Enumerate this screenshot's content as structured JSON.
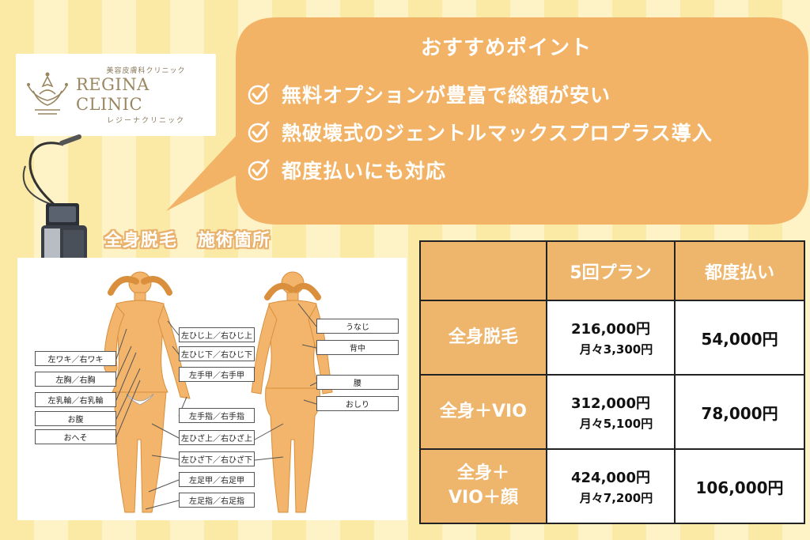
{
  "logo": {
    "jp_top": "美容皮膚科クリニック",
    "name": "REGINA CLINIC",
    "jp_bottom": "レジーナクリニック"
  },
  "bubble": {
    "title": "おすすめポイント",
    "points": [
      "無料オプションが豊富で総額が安い",
      "熱破壊式のジェントルマックスプロプラス導入",
      "都度払いにも対応"
    ]
  },
  "section": {
    "heading_a": "全身脱毛",
    "heading_b": "施術箇所"
  },
  "diagram": {
    "labels_left": [
      "左ワキ／右ワキ",
      "左胸／右胸",
      "左乳輪／右乳輪",
      "お腹",
      "おへそ"
    ],
    "labels_middle": [
      "左ひじ上／右ひじ上",
      "左ひじ下／右ひじ下",
      "左手甲／右手甲",
      "左手指／右手指",
      "左ひざ上／右ひざ上",
      "左ひざ下／右ひざ下",
      "左足甲／右足甲",
      "左足指／右足指"
    ],
    "labels_right": [
      "うなじ",
      "背中",
      "腰",
      "おしり"
    ]
  },
  "table": {
    "headers": [
      "",
      "5回プラン",
      "都度払い"
    ],
    "rows": [
      {
        "name_line1": "全身脱毛",
        "name_line2": "",
        "total": "216,000円",
        "monthly": "月々3,300円",
        "single": "54,000円"
      },
      {
        "name_line1": "全身＋VIO",
        "name_line2": "",
        "total": "312,000円",
        "monthly": "月々5,100円",
        "single": "78,000円"
      },
      {
        "name_line1": "全身＋",
        "name_line2": "VIO＋顔",
        "total": "424,000円",
        "monthly": "月々7,200円",
        "single": "106,000円"
      }
    ]
  },
  "colors": {
    "accent": "#eeb56c",
    "bubble": "#f2b366",
    "skin": "#f3b56c",
    "stripe_a": "#fbe9a6",
    "stripe_b": "#fdf3c6"
  }
}
